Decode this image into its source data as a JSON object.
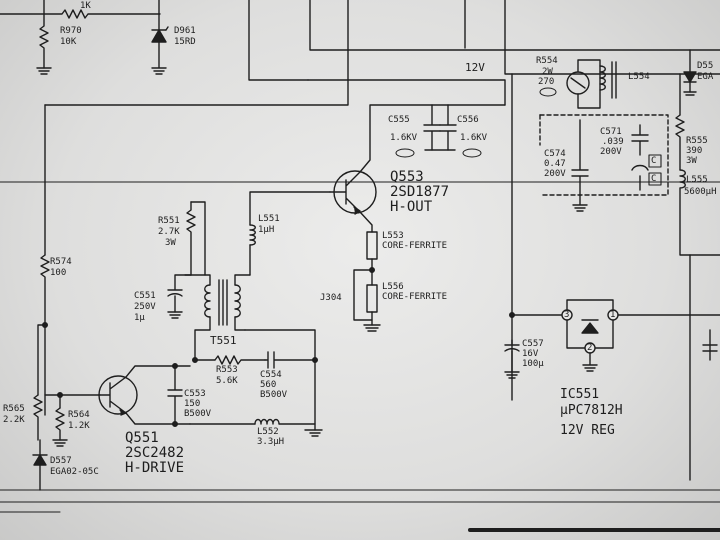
{
  "labels": {
    "r_top_val": "1K",
    "r970_ref": "R970",
    "r970_val": "10K",
    "d961_ref": "D961",
    "d961_val": "15RD",
    "rail_12v": "12V",
    "r554_ref": "R554",
    "r554_w": "2W",
    "r554_val": "270",
    "l554_ref": "L554",
    "d55x_ref": "D55",
    "d55x_val": "EGA",
    "c555_ref": "C555",
    "c555_val": "1.6KV",
    "c556_ref": "C556",
    "c556_val": "1.6KV",
    "q553_ref": "Q553",
    "q553_part": "2SD1877",
    "q553_func": "H-OUT",
    "l551_ref": "L551",
    "l551_val": "1µH",
    "r551_ref": "R551",
    "r551_val": "2.7K",
    "r551_w": "3W",
    "c551_ref": "C551",
    "c551_v": "250V",
    "c551_val": "1µ",
    "t551_ref": "T551",
    "r574_ref": "R574",
    "r574_val": "100",
    "l553_ref": "L553",
    "l553_val": "CORE-FERRITE",
    "j304_ref": "J304",
    "l556_ref": "L556",
    "l556_val": "CORE-FERRITE",
    "c574_ref": "C574",
    "c574_val": "0.47",
    "c574_v": "200V",
    "c571_ref": "C571",
    "c571_val": ".039",
    "c571_v": "200V",
    "c_box1": "C",
    "c_box2": "C",
    "r555_ref": "R555",
    "r555_val": "390",
    "r555_w": "3W",
    "l555_ref": "L555",
    "l555_val": "5600µH",
    "r553_ref": "R553",
    "r553_val": "5.6K",
    "c554_ref": "C554",
    "c554_val": "560",
    "c554_v": "B500V",
    "c553_ref": "C553",
    "c553_val": "150",
    "c553_v": "B500V",
    "l552_ref": "L552",
    "l552_val": "3.3µH",
    "c557_ref": "C557",
    "c557_v": "16V",
    "c557_val": "100µ",
    "ic551_ref": "IC551",
    "ic551_part": "µPC7812H",
    "ic551_func": "12V REG",
    "pin1": "1",
    "pin2": "2",
    "pin3": "3",
    "r565_ref": "R565",
    "r565_val": "2.2K",
    "r564_ref": "R564",
    "r564_val": "1.2K",
    "q551_ref": "Q551",
    "q551_part": "2SC2482",
    "q551_func": "H-DRIVE",
    "d557_ref": "D557",
    "d557_val": "EGA02-05C"
  },
  "colors": {
    "paper": "#e6e6e5",
    "ink": "#1e1e1e"
  }
}
